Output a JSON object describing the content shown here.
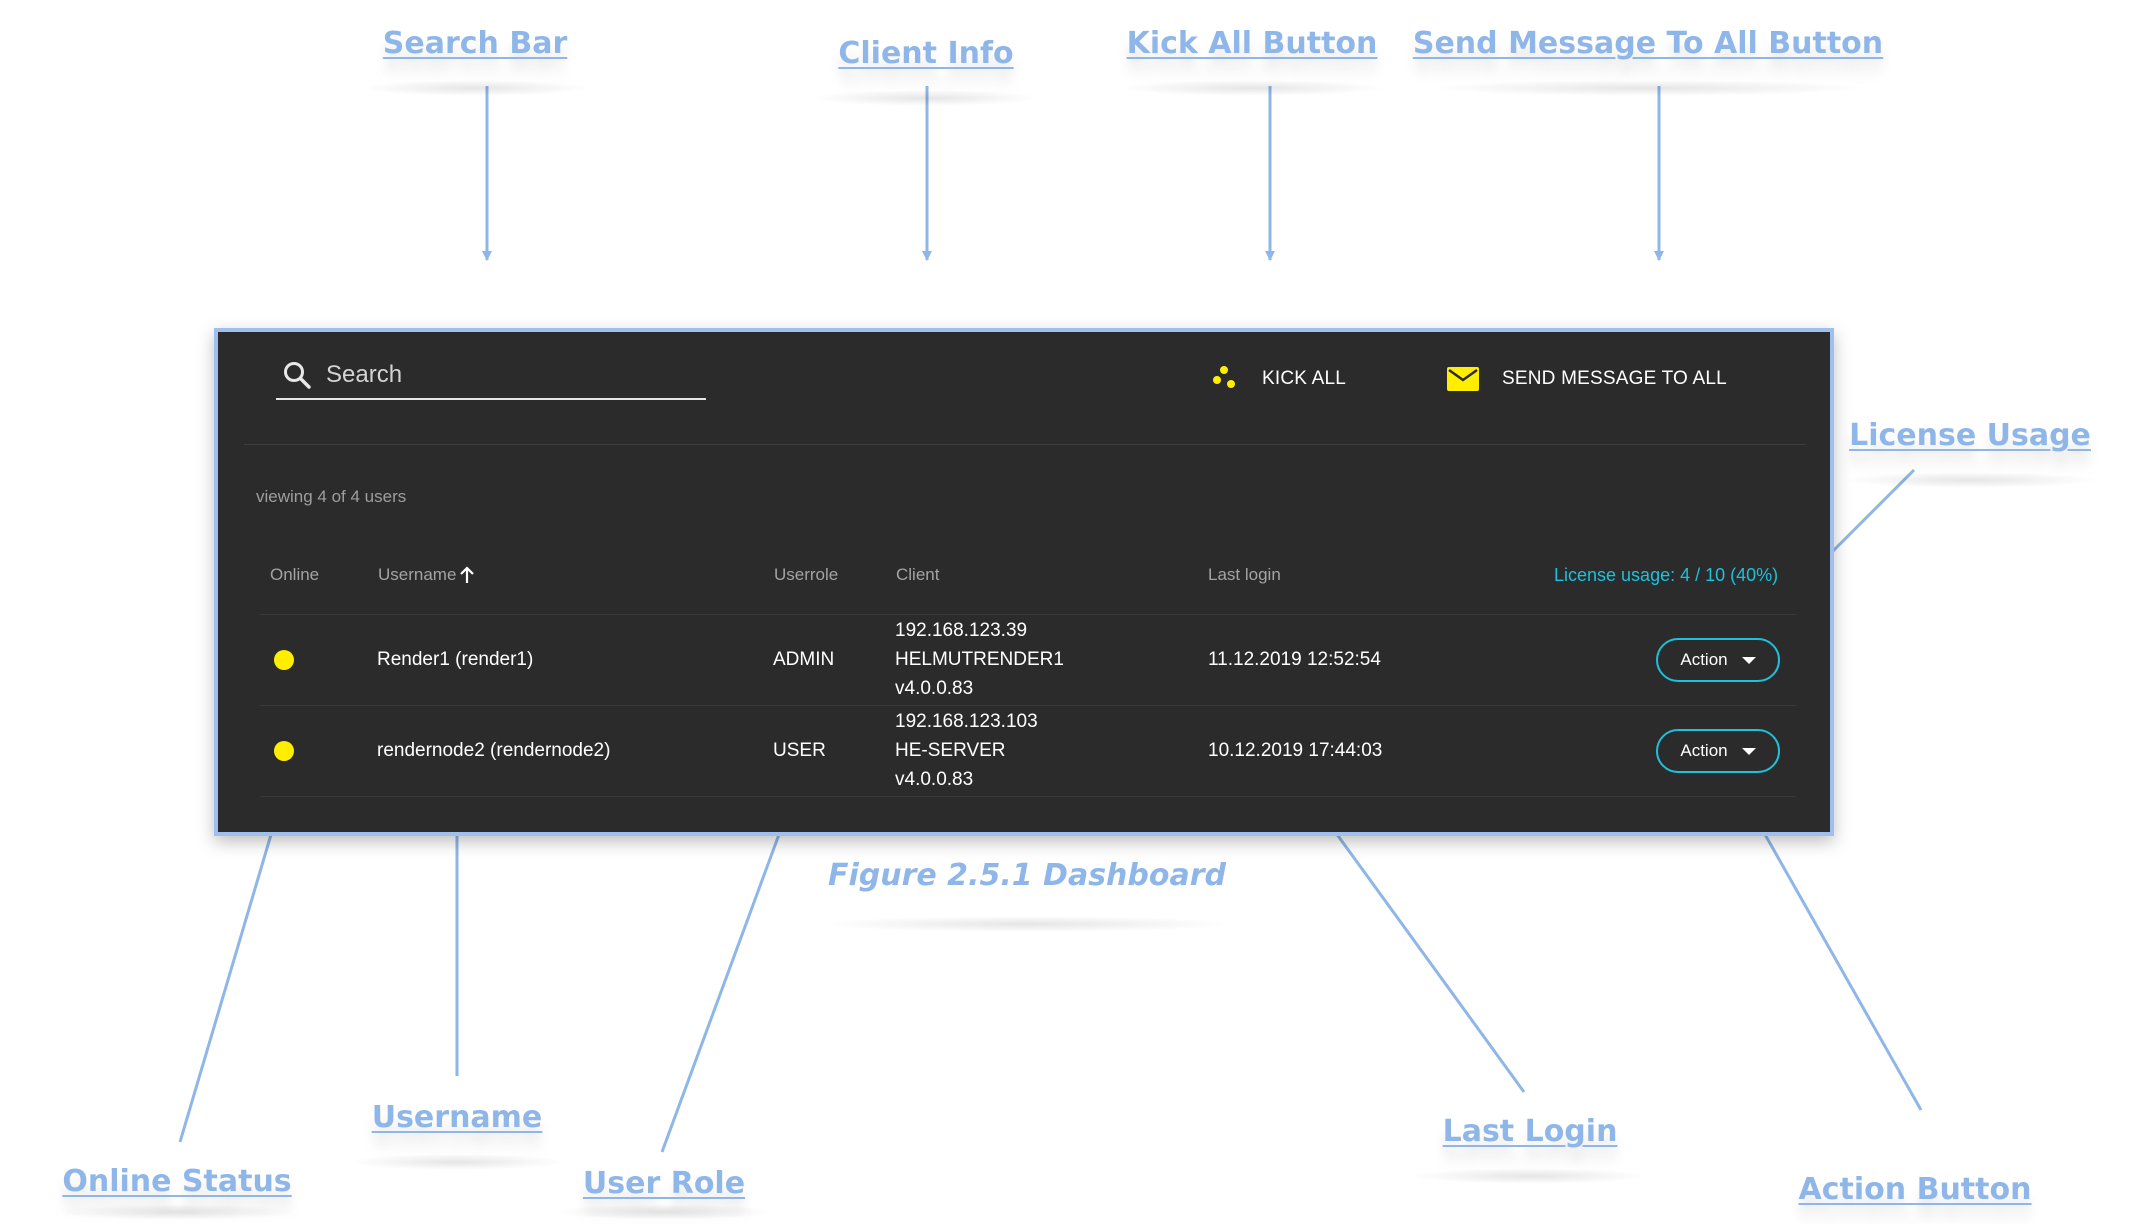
{
  "callouts": {
    "search_bar": "Search Bar",
    "client_info": "Client Info",
    "kick_all": "Kick All Button",
    "send_message": "Send Message To All Button",
    "license_usage": "License Usage",
    "username": "Username",
    "online_status": "Online Status",
    "user_role": "User Role",
    "last_login": "Last  Login",
    "action_button": "Action Button"
  },
  "caption": "Figure 2.5.1 Dashboard",
  "dashboard": {
    "search": {
      "placeholder": "Search",
      "value": ""
    },
    "kick_all_label": "KICK ALL",
    "send_message_label": "SEND MESSAGE TO ALL",
    "viewing_text": "viewing 4 of 4 users",
    "columns": {
      "online": "Online",
      "username": "Username",
      "userrole": "Userrole",
      "client": "Client",
      "last_login": "Last login"
    },
    "sort_icon": "arrow-up-icon",
    "license_usage": "License usage: 4 / 10 (40%)",
    "rows": [
      {
        "online": true,
        "username": "Render1 (render1)",
        "role": "ADMIN",
        "client_ip": "192.168.123.39",
        "client_host": "HELMUTRENDER1",
        "client_version": "v4.0.0.83",
        "last_login": "11.12.2019 12:52:54",
        "action_label": "Action"
      },
      {
        "online": true,
        "username": "rendernode2 (rendernode2)",
        "role": "USER",
        "client_ip": "192.168.123.103",
        "client_host": "HE-SERVER",
        "client_version": "v4.0.0.83",
        "last_login": "10.12.2019 17:44:03",
        "action_label": "Action"
      }
    ]
  },
  "colors": {
    "panel_bg": "#2b2b2b",
    "accent_cyan": "#1ec0dc",
    "online_yellow": "#ffee00",
    "callout_blue": "#8fb6e8"
  }
}
